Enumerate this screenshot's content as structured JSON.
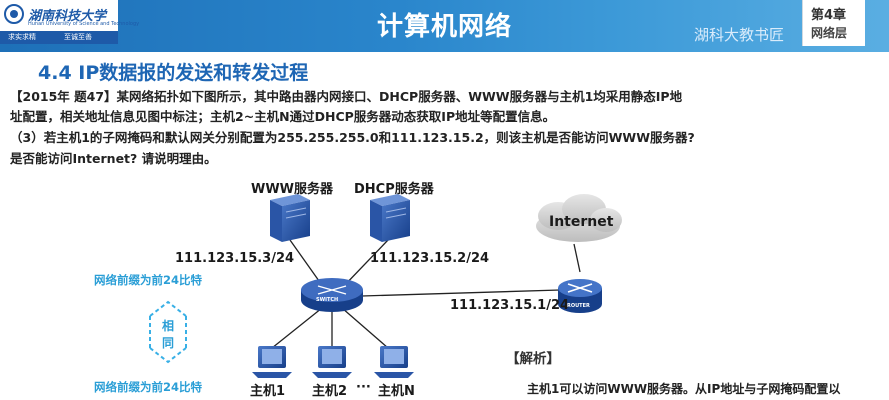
{
  "header": {
    "university_cn": "湖南科技大学",
    "university_en": "Hunan University of Science and Technology",
    "motto_left": "求实求精",
    "motto_right": "至诚至善",
    "title": "计算机网络",
    "right_subtitle": "湖科大教书匠",
    "chapter_number": "第4章",
    "chapter_name": "网络层"
  },
  "section": {
    "title": "4.4  IP数据报的发送和转发过程"
  },
  "question": {
    "line1": "【2015年 题47】某网络拓扑如下图所示，其中路由器内网接口、DHCP服务器、WWW服务器与主机1均采用静态IP地",
    "line2": "址配置，相关地址信息见图中标注；主机2~主机N通过DHCP服务器动态获取IP地址等配置信息。",
    "line3": "（3）若主机1的子网掩码和默认网关分别配置为255.255.255.0和111.123.15.2，则该主机是否能访问WWW服务器?",
    "line4": "是否能访问Internet? 请说明理由。"
  },
  "diagram": {
    "www_server_label": "WWW服务器",
    "dhcp_server_label": "DHCP服务器",
    "internet_label": "Internet",
    "www_ip": "111.123.15.3/24",
    "dhcp_ip": "111.123.15.2/24",
    "router_ip": "111.123.15.1/24",
    "switch_label": "SWITCH",
    "router_label": "ROUTER",
    "prefix_note_top": "网络前缀为前24比特",
    "prefix_note_bottom": "网络前缀为前24比特",
    "same_label_1": "相",
    "same_label_2": "同",
    "host1_label": "主机1",
    "host2_label": "主机2",
    "ellipsis": "···",
    "hostN_label": "主机N"
  },
  "analysis": {
    "title": "【解析】",
    "text": "主机1可以访问WWW服务器。从IP地址与子网掩码配置以"
  },
  "colors": {
    "header_blue": "#1e70b8",
    "section_blue": "#1e66b4",
    "prefix_cyan": "#2a9ed6",
    "device_blue": "#1f4fa0"
  }
}
